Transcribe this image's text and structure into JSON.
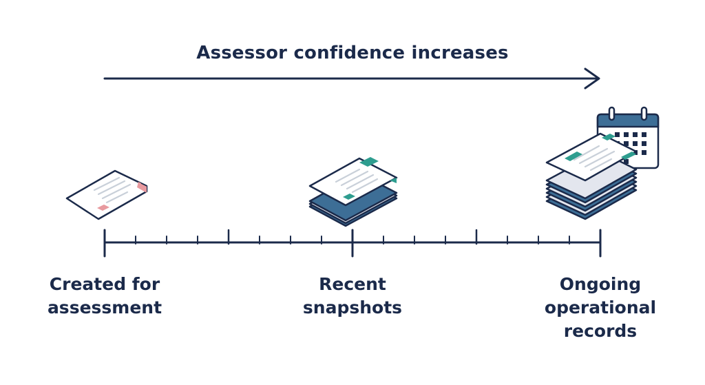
{
  "diagram": {
    "arrow_label": "Assessor confidence increases",
    "stages": [
      {
        "lines": [
          "Created for",
          "assessment"
        ]
      },
      {
        "lines": [
          "Recent",
          "snapshots"
        ]
      },
      {
        "lines": [
          "Ongoing",
          "operational",
          "records"
        ]
      }
    ]
  },
  "colors": {
    "navy": "#1b2a4a",
    "steel_blue": "#3d6e96",
    "teal": "#2e9d8f",
    "pink": "#e89a9f",
    "paper": "#ffffff",
    "line_gray": "#c9d0d9",
    "lavender": "#e3e6ee"
  },
  "icons": [
    "single-document-icon",
    "document-stack-icon",
    "large-document-stack-icon",
    "calendar-icon",
    "arrow-right-icon"
  ]
}
